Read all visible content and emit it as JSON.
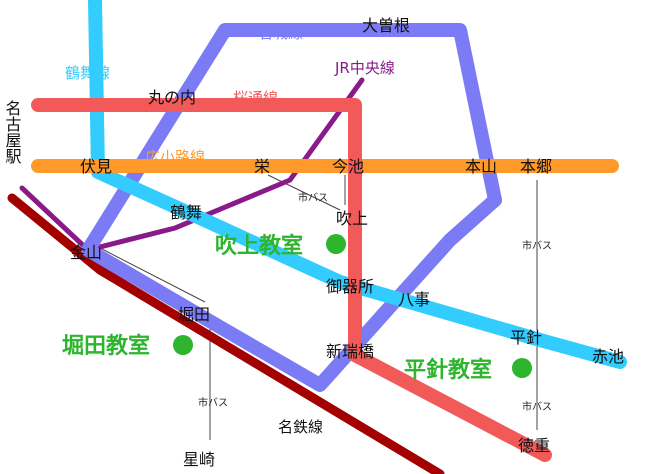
{
  "colors": {
    "meijo": "#7b7bf5",
    "tsurumai": "#33ccff",
    "sakuradori": "#f25a5a",
    "higashiyama": "#ff9a2a",
    "jr_chuo": "#8a1a8a",
    "meitetsu": "#a30000",
    "school": "#2db52d",
    "bus": "#444444"
  },
  "stations": {
    "ozone": "大曽根",
    "marunouchi": "丸の内",
    "nagoya": "名古屋駅",
    "fushimi": "伏見",
    "sakae": "栄",
    "imaike": "今池",
    "motoyama": "本山",
    "hongo": "本郷",
    "fukiage": "吹上",
    "tsurumai": "鶴舞",
    "kanayama": "金山",
    "gokisho": "御器所",
    "yagoto": "八事",
    "horita": "堀田",
    "shinmizuhashi": "新瑞橋",
    "hirabari": "平針",
    "akaike": "赤池",
    "hoshizaki": "星崎",
    "tokushige": "徳重"
  },
  "lines": {
    "meijo": "名城線",
    "tsurumai": "鶴舞線",
    "sakuradori": "桜通線",
    "higashiyama": "広小路線",
    "jr_chuo": "JR中央線",
    "meitetsu": "名鉄線"
  },
  "bus_label": "市バス",
  "schools": {
    "fukiage": "吹上教室",
    "horita": "堀田教室",
    "hirabari": "平針教室"
  }
}
